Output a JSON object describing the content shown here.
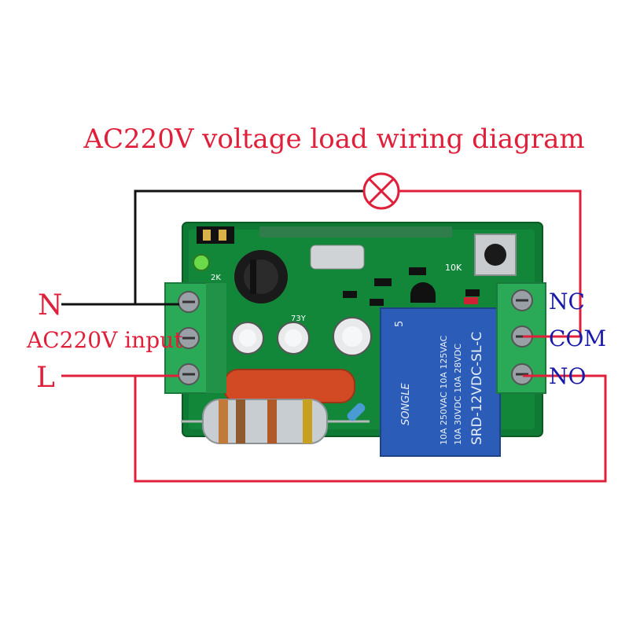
{
  "title": "AC220V voltage load wiring diagram",
  "left_terminals": {
    "n_label": "N",
    "input_label": "AC220V input",
    "l_label": "L"
  },
  "right_terminals": {
    "nc_label": "NC",
    "com_label": "COM",
    "no_label": "NO"
  },
  "relay": {
    "brand": "SONGLE",
    "rating_1": "10A 250VAC  10A 125VAC",
    "rating_2": "10A 30VDC  10A 28VDC",
    "model": "SRD-12VDC-SL-C",
    "number": "5"
  },
  "board_marks": {
    "resistor_10k": "10K",
    "resistor_2k": "2K",
    "component_73y": "73Y"
  },
  "icons": {
    "lamp": "lamp-load-icon"
  },
  "colors": {
    "title": "#e0203a",
    "neutral_wire": "#111111",
    "live_wire": "#e0203a",
    "terminal_label": "#1a1aa8",
    "pcb": "#0f7a33",
    "terminal_block": "#2aa957",
    "relay": "#2b5db8"
  }
}
